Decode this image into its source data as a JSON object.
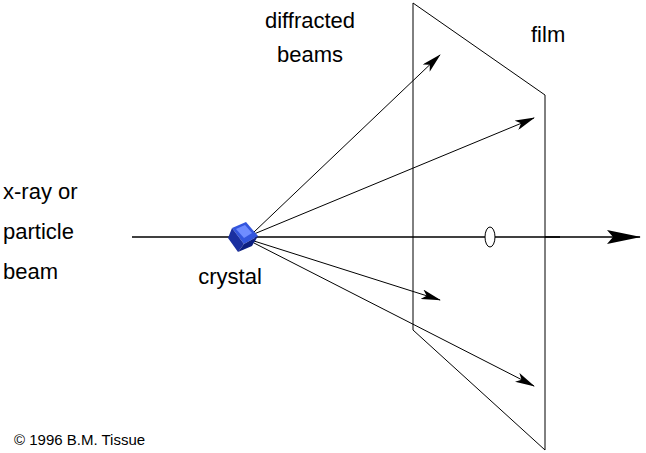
{
  "diagram": {
    "labels": [
      "diffracted beams",
      "film",
      "x-ray or particle beam",
      "crystal",
      "© 1996 B.M. Tissue"
    ]
  }
}
